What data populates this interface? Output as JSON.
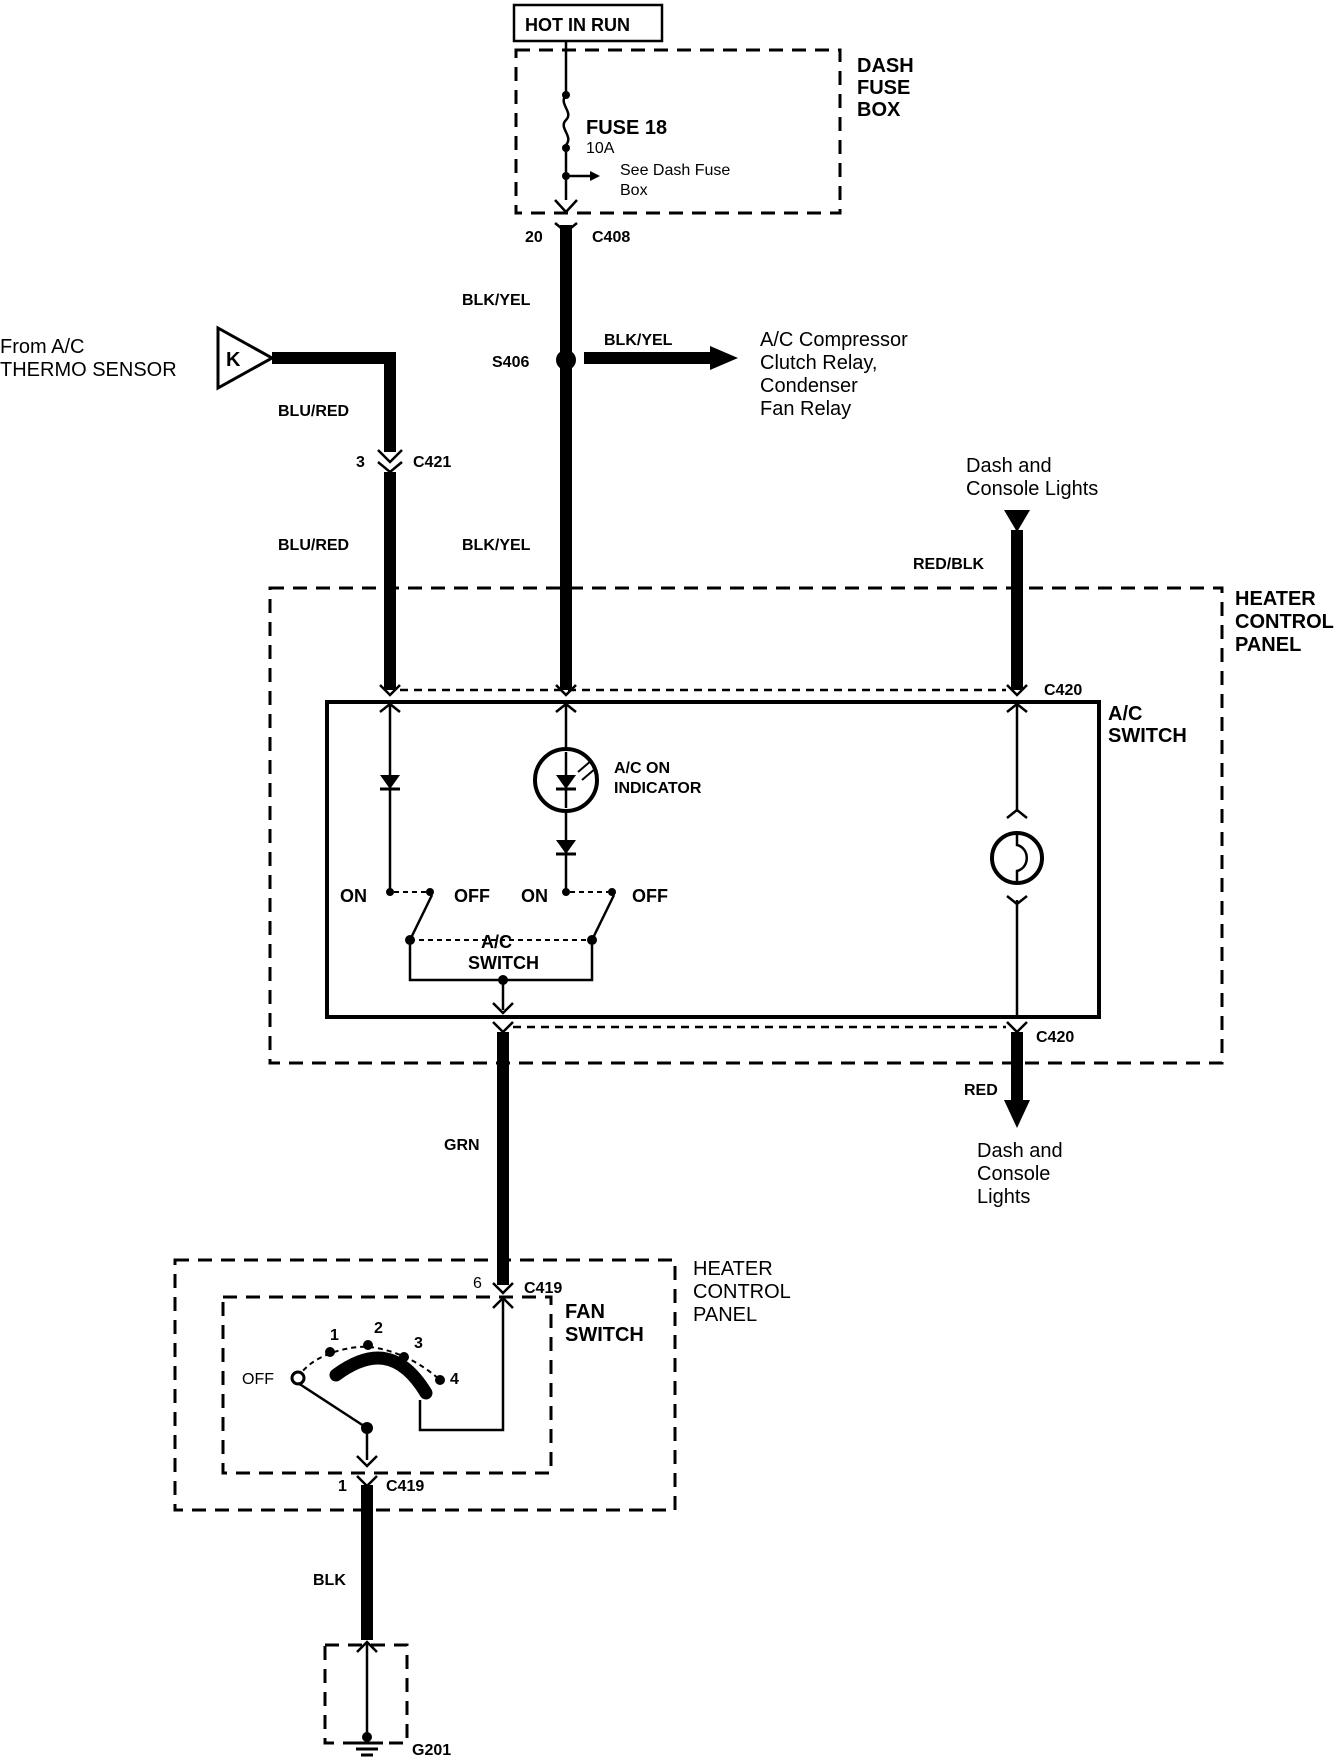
{
  "labels": {
    "hot_in_run": "HOT IN RUN",
    "dash_fuse_box": [
      "DASH",
      "FUSE",
      "BOX"
    ],
    "fuse_name": "FUSE 18",
    "fuse_rating": "10A",
    "see_dash_fuse_box": [
      "See Dash Fuse",
      "Box"
    ],
    "connector_c408": "C408",
    "pin_20": "20",
    "blk_yel_1": "BLK/YEL",
    "splice_s406": "S406",
    "blk_yel_branch": "BLK/YEL",
    "compressor_dest": [
      "A/C Compressor",
      "Clutch Relay,",
      "Condenser",
      "Fan Relay"
    ],
    "from_thermo": [
      "From A/C",
      "THERMO SENSOR"
    ],
    "thermo_connector_letter": "K",
    "blu_red_1": "BLU/RED",
    "pin_3": "3",
    "connector_c421": "C421",
    "blu_red_2": "BLU/RED",
    "blk_yel_2": "BLK/YEL",
    "dash_console_lights_in": [
      "Dash and",
      "Console Lights"
    ],
    "red_blk": "RED/BLK",
    "heater_control_panel_top": [
      "HEATER",
      "CONTROL",
      "PANEL"
    ],
    "connector_c420_top": "C420",
    "ac_switch_title": [
      "A/C",
      "SWITCH"
    ],
    "ac_on_indicator": [
      "A/C ON",
      "INDICATOR"
    ],
    "on_1": "ON",
    "off_1": "OFF",
    "on_2": "ON",
    "off_2": "OFF",
    "ac_switch_inner": [
      "A/C",
      "SWITCH"
    ],
    "connector_c420_bottom": "C420",
    "red": "RED",
    "dash_console_lights_out": [
      "Dash and",
      "Console",
      "Lights"
    ],
    "grn": "GRN",
    "heater_control_panel_bottom": [
      "HEATER",
      "CONTROL",
      "PANEL"
    ],
    "pin_6": "6",
    "connector_c419_top": "C419",
    "fan_switch_title": [
      "FAN",
      "SWITCH"
    ],
    "fan_off": "OFF",
    "fan_pos_1": "1",
    "fan_pos_2": "2",
    "fan_pos_3": "3",
    "fan_pos_4": "4",
    "pin_1": "1",
    "connector_c419_bottom": "C419",
    "blk": "BLK",
    "ground_g201": "G201"
  }
}
